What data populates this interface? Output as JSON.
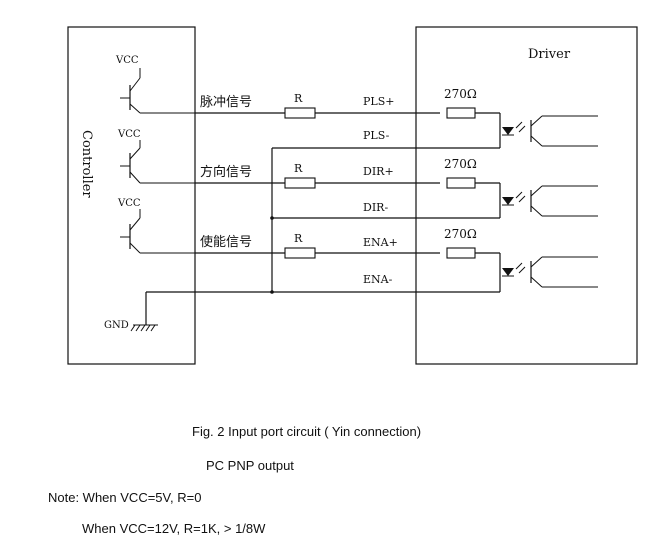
{
  "controller": {
    "title": "Controller",
    "vcc_labels": [
      "VCC",
      "VCC",
      "VCC"
    ],
    "gnd_label": "GND"
  },
  "driver": {
    "title": "Driver"
  },
  "channels": [
    {
      "signal": "脉冲信号",
      "resistor": "R",
      "pos": "PLS+",
      "neg": "PLS-",
      "res_value": "270Ω"
    },
    {
      "signal": "方向信号",
      "resistor": "R",
      "pos": "DIR+",
      "neg": "DIR-",
      "res_value": "270Ω"
    },
    {
      "signal": "使能信号",
      "resistor": "R",
      "pos": "ENA+",
      "neg": "ENA-",
      "res_value": "270Ω"
    }
  ],
  "captions": {
    "figure": "Fig. 2 Input port circuit ( Yin connection)",
    "subtitle": "PC PNP output",
    "note1": "Note: When VCC=5V, R=0",
    "note2": "When VCC=12V, R=1K, > 1/8W"
  }
}
